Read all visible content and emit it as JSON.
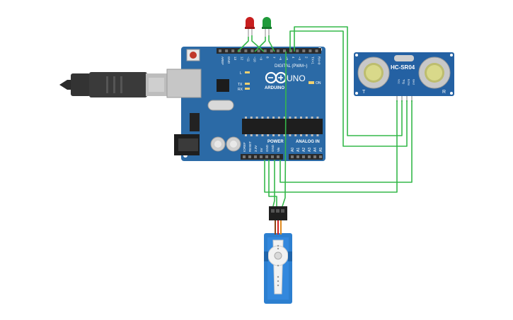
{
  "board": {
    "brand": "ARDUINO",
    "model": "UNO",
    "on_label": "ON",
    "tx_label": "TX",
    "rx_label": "RX",
    "l_label": "L",
    "digital_label": "DIGITAL (PWM~)",
    "power_label": "POWER",
    "analog_label": "ANALOG IN",
    "digital_pins": [
      "AREF",
      "GND",
      "13",
      "12",
      "~11",
      "~10",
      "~9",
      "8",
      "7",
      "~6",
      "~5",
      "4",
      "~3",
      "2",
      "TX>1",
      "RX<0"
    ],
    "power_pins": [
      "IOREF",
      "RESET",
      "3.3V",
      "5V",
      "GND",
      "GND",
      "Vin"
    ],
    "analog_pins": [
      "A0",
      "A1",
      "A2",
      "A3",
      "A4",
      "A5"
    ],
    "colors": {
      "pcb": "#2b6aa6",
      "pcb_dark": "#1f4f80",
      "header": "#2a2a2a"
    }
  },
  "sensor": {
    "name": "HC-SR04",
    "left_mark": "T",
    "right_mark": "R",
    "pins": [
      "Vcc",
      "Trig",
      "Echo",
      "Gnd"
    ],
    "colors": {
      "pcb": "#2461a3"
    }
  },
  "leds": [
    {
      "name": "red-led",
      "color": "#c81e1e"
    },
    {
      "name": "green-led",
      "color": "#1f9a3a"
    }
  ],
  "servo": {
    "colors": {
      "body": "#2c7fd0",
      "horn": "#f2f2f2"
    }
  },
  "wire_color": "#35b84a"
}
